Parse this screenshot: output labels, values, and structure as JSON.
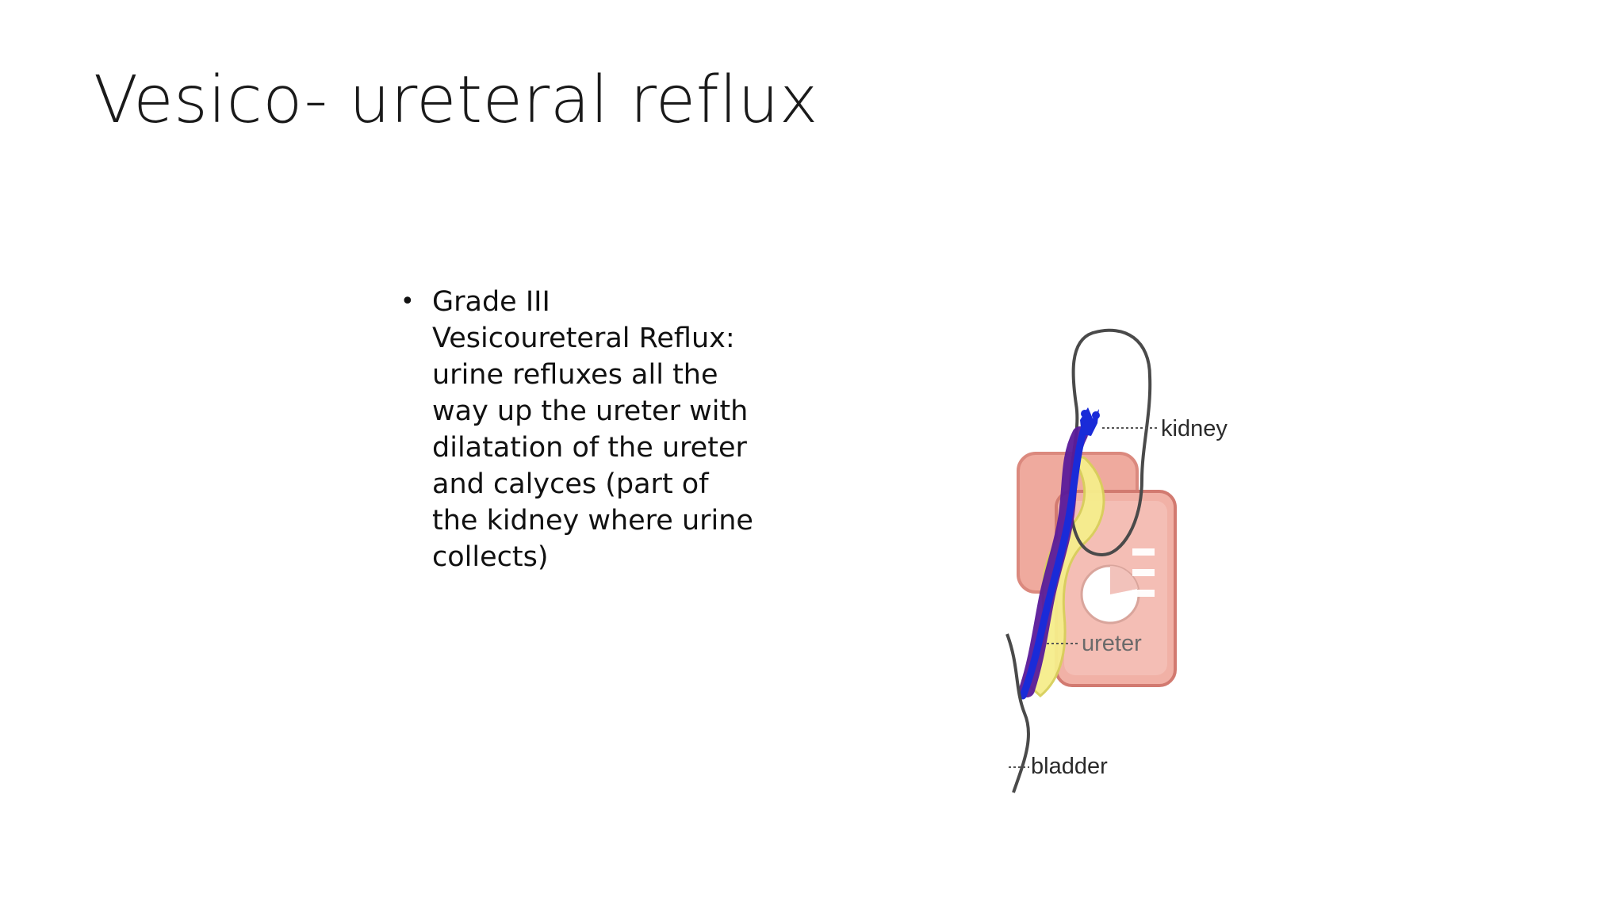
{
  "slide": {
    "title": "Vesico- ureteral reflux",
    "bullets": [
      {
        "lines": [
          "Grade III",
          "Vesicoureteral Reflux:",
          "urine refluxes all the",
          "way up the ureter with",
          "dilatation of the ureter",
          "and calyces (part of",
          "the kidney where urine",
          "collects)"
        ]
      }
    ],
    "diagram": {
      "labels": {
        "kidney": "kidney",
        "ureter": "ureter",
        "bladder": "bladder"
      },
      "icons": [
        "presentation-placeholder-icon"
      ],
      "colors": {
        "reflux": "#1a2bd8",
        "dilated_ureter": "#5a1a9a",
        "placeholder_fill": "#f0aa9e",
        "placeholder_stroke": "#d27a70",
        "yellow_band": "#f4ec8a"
      }
    }
  }
}
